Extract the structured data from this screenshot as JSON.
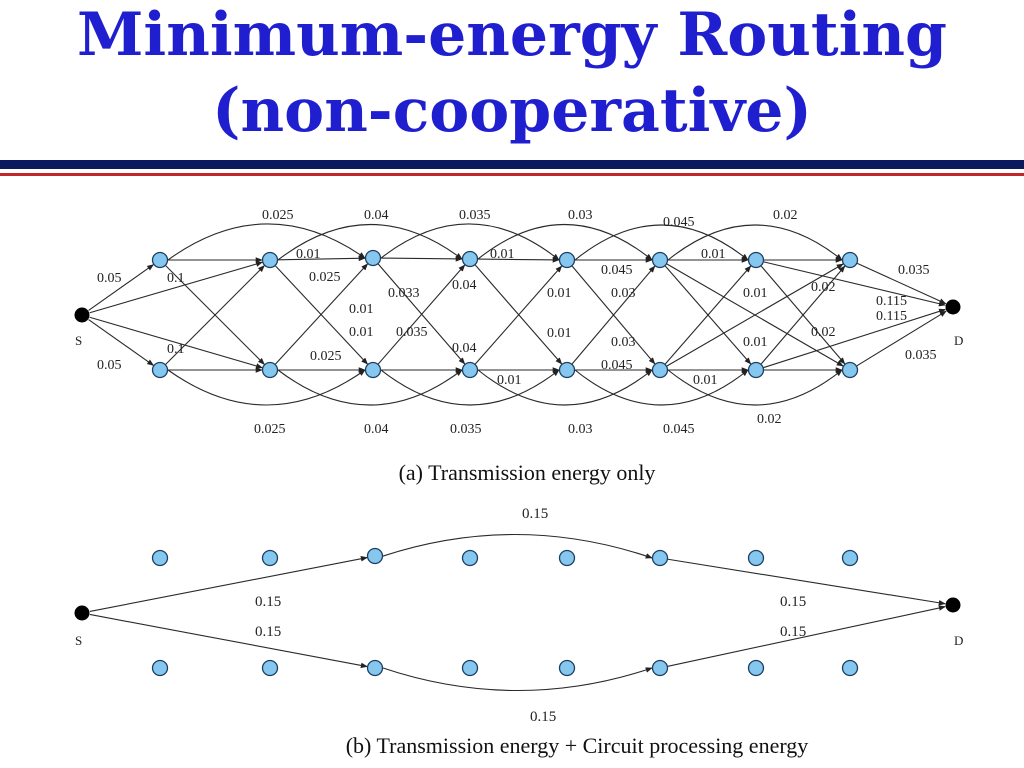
{
  "slide": {
    "title_line1": "Minimum-energy Routing",
    "title_line2": "(non-cooperative)",
    "colors": {
      "title": "#1f1fd0",
      "rule_navy": "#0b1a5c",
      "rule_red": "#c0262b",
      "node_fill": "#86c7ef"
    }
  },
  "diagram_a": {
    "caption": "(a) Transmission energy only",
    "source_label": "S",
    "dest_label": "D",
    "edge_labels": [
      "0.025",
      "0.04",
      "0.035",
      "0.03",
      "0.045",
      "0.02",
      "0.05",
      "0.1",
      "0.01",
      "0.025",
      "0.01",
      "0.04",
      "0.045",
      "0.01",
      "0.035",
      "0.033",
      "0.01",
      "0.03",
      "0.01",
      "0.02",
      "0.115",
      "0.01",
      "0.035",
      "0.01",
      "0.115",
      "0.05",
      "0.1",
      "0.025",
      "0.04",
      "0.03",
      "0.01",
      "0.02",
      "0.035",
      "0.01",
      "0.01",
      "0.045",
      "0.01",
      "0.025",
      "0.04",
      "0.035",
      "0.03",
      "0.045",
      "0.02"
    ]
  },
  "diagram_b": {
    "caption": "(b) Transmission energy + Circuit processing energy",
    "source_label": "S",
    "dest_label": "D",
    "edge_labels": [
      "0.15",
      "0.15",
      "0.15",
      "0.15",
      "0.15",
      "0.15"
    ]
  }
}
